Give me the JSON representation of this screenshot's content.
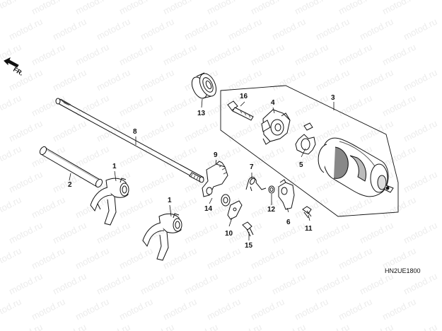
{
  "watermark_text": "motod.ru",
  "direction_label": "FR.",
  "diagram_code": "HN2UE1800",
  "callouts": {
    "c1a": "1",
    "c1b": "1",
    "c2": "2",
    "c3": "3",
    "c4": "4",
    "c5": "5",
    "c6": "6",
    "c7": "7",
    "c8": "8",
    "c9": "9",
    "c10": "10",
    "c11": "11",
    "c12": "12",
    "c13": "13",
    "c14": "14",
    "c15": "15",
    "c16": "16"
  },
  "colors": {
    "line": "#111111",
    "part_fill": "#ffffff",
    "shade": "#9a9a9a",
    "watermark": "#ececec"
  }
}
